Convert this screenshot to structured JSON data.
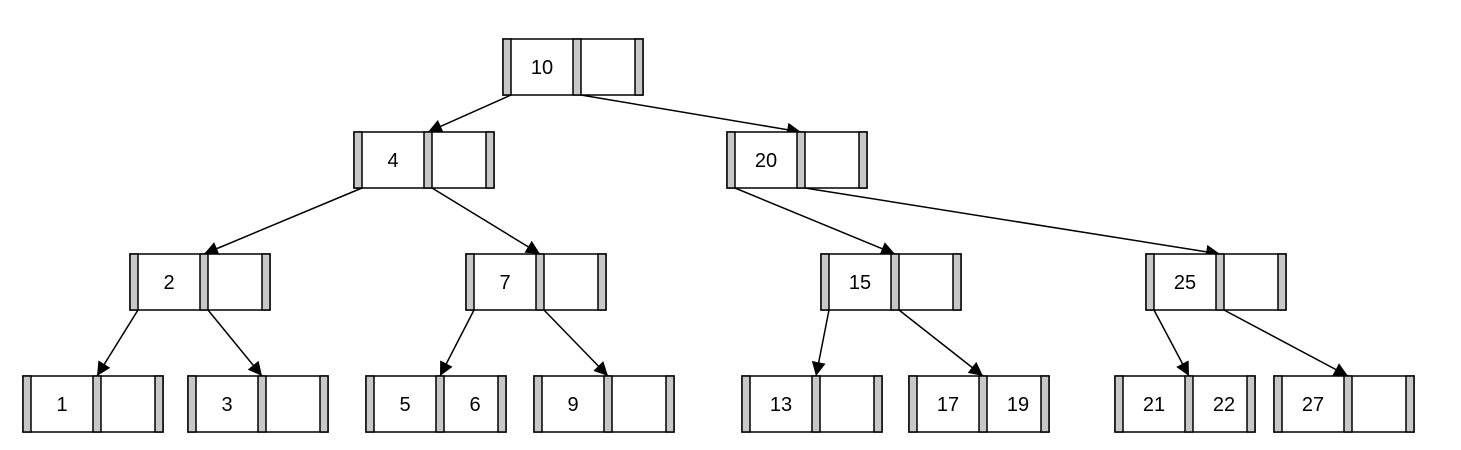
{
  "diagram": {
    "kind": "b-tree",
    "colors": {
      "edge": "#000000",
      "node_fill": "#ffffff",
      "pointer_slot": "#c8c8c8"
    },
    "nodes": [
      {
        "id": "n10",
        "keys": [
          "10",
          ""
        ]
      },
      {
        "id": "n4",
        "keys": [
          "4",
          ""
        ]
      },
      {
        "id": "n20",
        "keys": [
          "20",
          ""
        ]
      },
      {
        "id": "n2",
        "keys": [
          "2",
          ""
        ]
      },
      {
        "id": "n7",
        "keys": [
          "7",
          ""
        ]
      },
      {
        "id": "n15",
        "keys": [
          "15",
          ""
        ]
      },
      {
        "id": "n25",
        "keys": [
          "25",
          ""
        ]
      },
      {
        "id": "n1",
        "keys": [
          "1",
          ""
        ]
      },
      {
        "id": "n3",
        "keys": [
          "3",
          ""
        ]
      },
      {
        "id": "n56",
        "keys": [
          "5",
          "6"
        ]
      },
      {
        "id": "n9",
        "keys": [
          "9",
          ""
        ]
      },
      {
        "id": "n13",
        "keys": [
          "13",
          ""
        ]
      },
      {
        "id": "n1719",
        "keys": [
          "17",
          "19"
        ]
      },
      {
        "id": "n2122",
        "keys": [
          "21",
          "22"
        ]
      },
      {
        "id": "n27",
        "keys": [
          "27",
          ""
        ]
      }
    ],
    "edges": [
      {
        "from": "n10",
        "to": "n4"
      },
      {
        "from": "n10",
        "to": "n20"
      },
      {
        "from": "n4",
        "to": "n2"
      },
      {
        "from": "n4",
        "to": "n7"
      },
      {
        "from": "n20",
        "to": "n15"
      },
      {
        "from": "n20",
        "to": "n25"
      },
      {
        "from": "n2",
        "to": "n1"
      },
      {
        "from": "n2",
        "to": "n3"
      },
      {
        "from": "n7",
        "to": "n56"
      },
      {
        "from": "n7",
        "to": "n9"
      },
      {
        "from": "n15",
        "to": "n13"
      },
      {
        "from": "n15",
        "to": "n1719"
      },
      {
        "from": "n25",
        "to": "n2122"
      },
      {
        "from": "n25",
        "to": "n27"
      }
    ]
  }
}
